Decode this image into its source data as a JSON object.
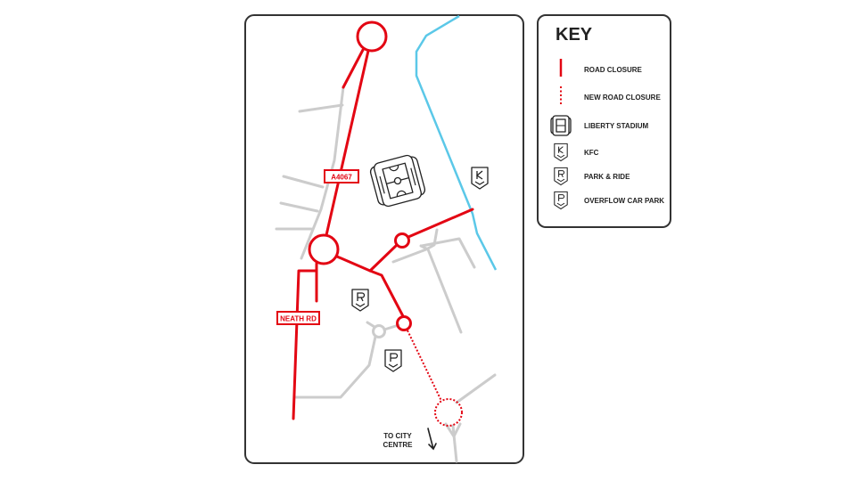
{
  "map": {
    "road_labels": {
      "a4067": "A4067",
      "neath_rd": "NEATH RD"
    },
    "direction": {
      "line1": "TO CITY",
      "line2": "CENTRE"
    }
  },
  "key": {
    "title": "KEY",
    "items": [
      {
        "icon": "road-closure-line",
        "label": "ROAD CLOSURE"
      },
      {
        "icon": "dotted-closure-line",
        "label": "NEW ROAD CLOSURE"
      },
      {
        "icon": "stadium-icon",
        "label": "LIBERTY STADIUM"
      },
      {
        "icon": "kfc-shield-icon",
        "label": "KFC"
      },
      {
        "icon": "park-ride-shield-icon",
        "label": "PARK & RIDE"
      },
      {
        "icon": "overflow-parking-shield-icon",
        "label": "OVERFLOW CAR PARK"
      }
    ]
  },
  "colors": {
    "closure": "#e30613",
    "road": "#cccccc",
    "river": "#5bc8e8",
    "outline": "#333333"
  }
}
